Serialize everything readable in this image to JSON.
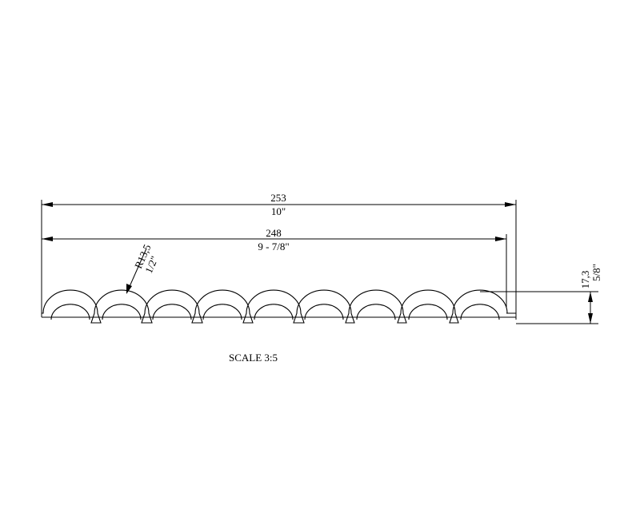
{
  "drawing": {
    "overall_width": {
      "mm": "253",
      "inch": "10\""
    },
    "cover_width": {
      "mm": "248",
      "inch": "9 - 7/8\""
    },
    "radius": {
      "mm": "R13,5",
      "inch": "1/2\""
    },
    "height": {
      "mm": "17,3",
      "inch": "5/8\""
    },
    "scale_label": "SCALE 3:5"
  }
}
